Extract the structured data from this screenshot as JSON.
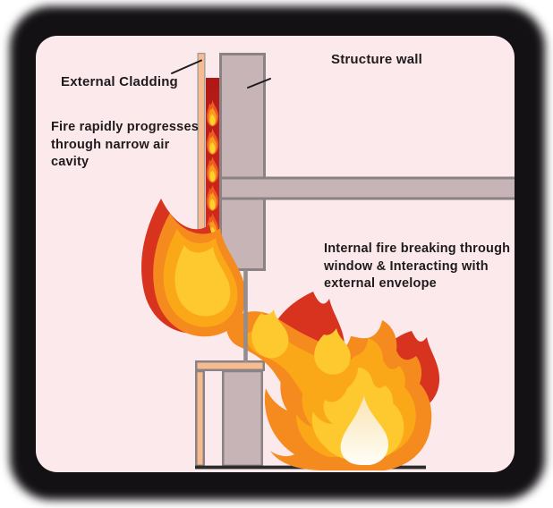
{
  "diagram": {
    "labels": {
      "external_cladding": "External Cladding",
      "structure_wall": "Structure wall",
      "cavity_note_lines": [
        "Fire rapidly progresses",
        "through narrow air",
        "cavity"
      ],
      "window_note_lines": [
        "Internal fire breaking through",
        "window & Interacting with",
        "external envelope"
      ]
    }
  },
  "colors": {
    "page_bg": "#ffffff",
    "shadow": "#141114",
    "card_bg": "#fce9ec",
    "text": "#1f1b1d",
    "wall_fill": "#c6b4b6",
    "wall_border": "#8a8285",
    "cladding_fill": "#f6bb90",
    "cladding_border": "#9b9b9b",
    "cavity_red_top": "#b01815",
    "cavity_red_bottom": "#dc2e1b",
    "window_glass": "#938d8f",
    "ground": "#2b2b2b",
    "flame_red": "#d7331f",
    "flame_orange": "#f58b1e",
    "flame_amber": "#fba818",
    "flame_yellow": "#fdc92f",
    "flame_core_light": "#fae3b0",
    "flame_core_white": "#fffef8",
    "cavflame_outer": "#ed5a24",
    "cavflame_mid": "#f99b1c",
    "cavflame_inner": "#fdd22f",
    "pointer_line": "#1c1c1c"
  }
}
